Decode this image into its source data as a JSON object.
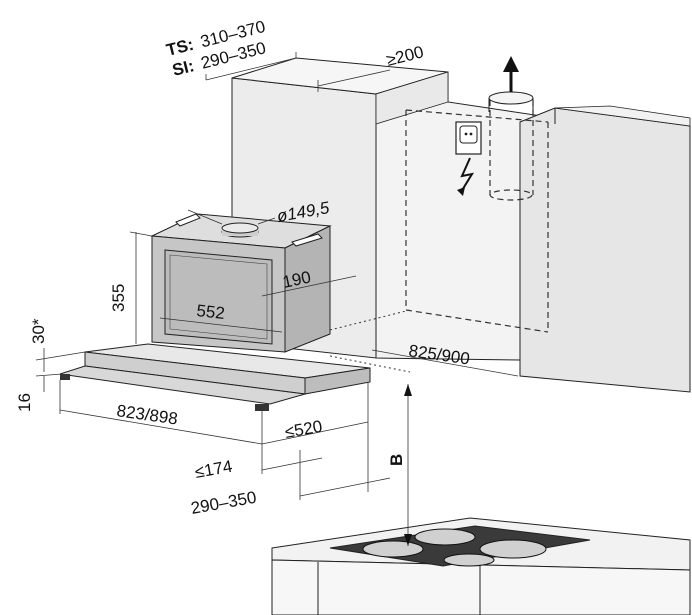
{
  "labels": {
    "ts_prefix": "TS:",
    "ts_value": "310–370",
    "si_prefix": "SI:",
    "si_value": "290–350",
    "chimney_gap": "≥200",
    "duct_diameter": "ø149,5",
    "body_height": "355",
    "body_depth": "190",
    "body_width": "552",
    "top_offset": "30*",
    "canopy_thickness": "16",
    "canopy_width": "823/898",
    "canopy_depth": "≤520",
    "front_offset": "≤174",
    "depth_range": "290–350",
    "cabinet_width": "825/900",
    "height_above_hob": "B"
  },
  "colors": {
    "wall_light": "#f0f0f0",
    "wall_mid": "#e4e4e4",
    "hood_body": "#c9c9c9",
    "hood_panel": "#b8b8b8",
    "canopy": "#d9d9d9",
    "hob_surface": "#3a3a3a",
    "line": "#222222"
  },
  "icons": [
    "arrow-up-icon",
    "power-socket-icon",
    "lightning-icon"
  ]
}
